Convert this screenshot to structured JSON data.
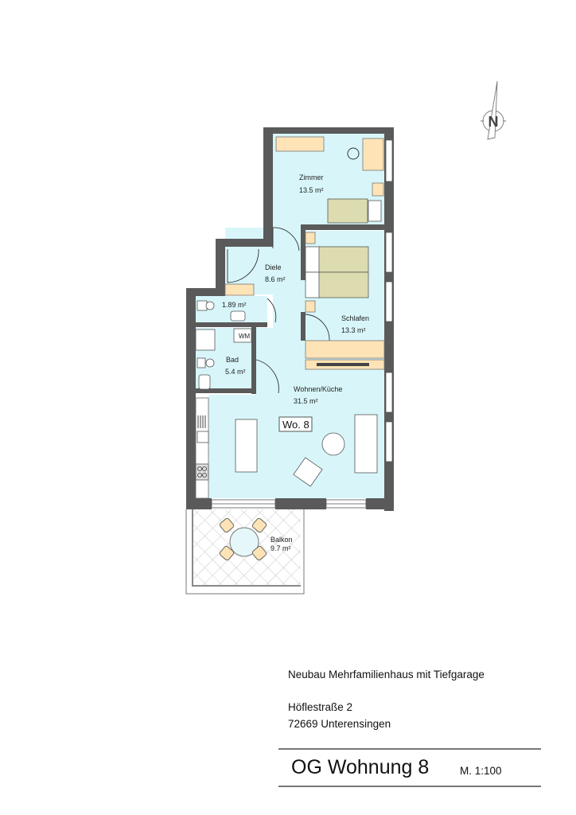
{
  "colors": {
    "wall": "#5a5a5a",
    "floor": "#d8f6fa",
    "furniture_wood": "#fde3b6",
    "bed_fabric": "#dcdcb0",
    "balcony_grid": "#bdbdbd"
  },
  "plan": {
    "unit_tag": "Wo. 8",
    "rooms": [
      {
        "name": "Zimmer",
        "area": "13.5 m²"
      },
      {
        "name": "Diele",
        "area": "8.6 m²"
      },
      {
        "name": "",
        "area": "1.89 m²"
      },
      {
        "name": "Schlafen",
        "area": "13.3 m²"
      },
      {
        "name": "Bad",
        "area": "5.4 m²"
      },
      {
        "name": "Wohnen/Küche",
        "area": "31.5 m²"
      },
      {
        "name": "Balkon",
        "area": "9.7 m²"
      }
    ],
    "appliance_label": "WM",
    "north_arrow": {
      "icon": "north-arrow-icon",
      "label": "N"
    }
  },
  "title_block": {
    "project": "Neubau Mehrfamilienhaus mit Tiefgarage",
    "street": "Höflestraße 2",
    "city": "72669 Unterensingen",
    "unit_title": "OG Wohnung 8",
    "scale": "M. 1:100"
  }
}
